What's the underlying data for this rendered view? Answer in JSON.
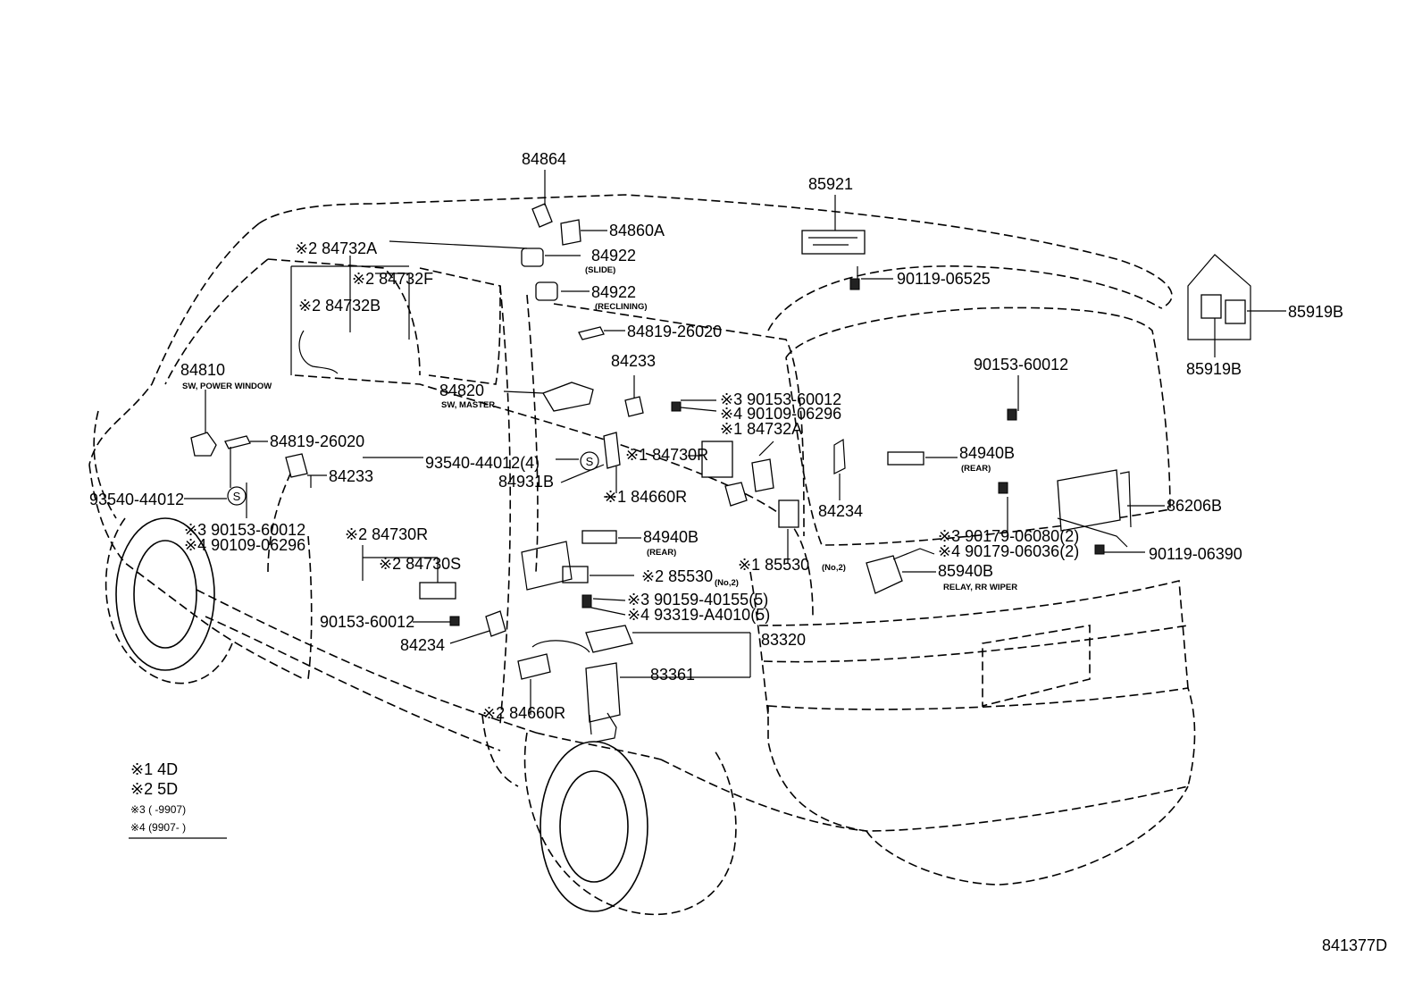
{
  "diagram_id": "841377D",
  "callouts": {
    "c84864": "84864",
    "c84860A": "84860A",
    "c85921": "85921",
    "c84732A_top": "※2 84732A",
    "c84922_slide": "84922",
    "c84922_slide_sub": "(SLIDE)",
    "c84732F": "※2 84732F",
    "c84922_recl": "84922",
    "c84922_recl_sub": "(RECLINING)",
    "c84732B": "※2 84732B",
    "c90119_06525": "90119-06525",
    "c85919B_r": "85919B",
    "c85919B_b": "85919B",
    "c84819_26020_top": "84819-26020",
    "c84810": "84810",
    "c84810_sub": "SW, POWER WINDOW",
    "c84233_top": "84233",
    "c90153_60012_right": "90153-60012",
    "c84820": "84820",
    "c84820_sub": "SW, MASTER",
    "c90153_60012_s3": "※3 90153-60012",
    "c90109_06296_s4": "※4 90109-06296",
    "c84732A_mid": "※1 84732A",
    "c84819_26020_left": "84819-26020",
    "c84730R_1": "※1 84730R",
    "c93540_44012_4": "93540-44012(4)",
    "c84940B_rear_r": "84940B",
    "c84940B_rear_r_sub": "(REAR)",
    "c84233_left": "84233",
    "c84931B": "84931B",
    "c84660R_1": "※1 84660R",
    "c84234_right": "84234",
    "c86206B": "86206B",
    "c93540_44012": "93540-44012",
    "c90153_60012_left3": "※3 90153-60012",
    "c90109_06296_left4": "※4 90109-06296",
    "c84730R_2": "※2 84730R",
    "c84940B_rear_c": "84940B",
    "c84940B_rear_c_sub": "(REAR)",
    "c90179_06080": "※3 90179-06080(2)",
    "c90179_06036": "※4 90179-06036(2)",
    "c90119_06390": "90119-06390",
    "c84730S": "※2 84730S",
    "c85530_no2_a": "※2 85530",
    "c85530_no2_a_sub": "(No,2)",
    "c85530_no2_b": "※1 85530",
    "c85530_no2_b_sub": "(No,2)",
    "c85940B": "85940B",
    "c85940B_sub": "RELAY, RR WIPER",
    "c90159_40155": "※3 90159-40155(5)",
    "c93319_A4010": "※4 93319-A4010(5)",
    "c90153_60012_low": "90153-60012",
    "c83320": "83320",
    "c84234_low": "84234",
    "c83361": "83361",
    "c84660R_2": "※2 84660R"
  },
  "legend": {
    "l1": "※1 4D",
    "l2": "※2 5D",
    "l3": "※3 (      -9907)",
    "l4": "※4 (9907-      )"
  },
  "symbols": {
    "screw": "S"
  }
}
